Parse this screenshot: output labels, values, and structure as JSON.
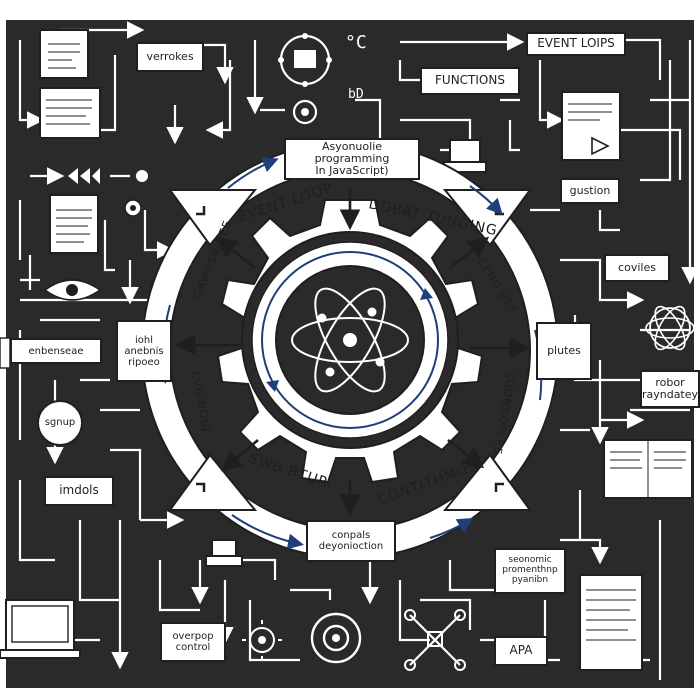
{
  "colors": {
    "background": "#2a2a2a",
    "line": "#ffffff",
    "ink": "#1f1f1f",
    "accent": "#1f3f7a",
    "outer_frame": "#ffffff"
  },
  "labels": {
    "event_loops": "EVENT LOIPS",
    "functions": "FUNCTIONS",
    "variables": "verrokes",
    "title": "Asyonuolie programming\nIn JavaScript)",
    "gustion": "gustion",
    "coviles": "coviles",
    "robor": "robor\nrayndatey",
    "plutes": "plutes",
    "enbenseae": "enbenseae",
    "iohl": "iohl\nanebnis\nripoeo",
    "imdols": "imdols",
    "compals": "conpals\ndeyonioction",
    "overpop": "overpop\ncontrol",
    "apa": "APA",
    "seonolic": "seonomic\npromenthnp\npyanibn",
    "sgnup": "sgnup",
    "bd": "bD",
    "c_glyph": "°C"
  },
  "ring_text": {
    "event_loop": "EVENT LOOP",
    "dobat_tunging": "DOBAT TUNGING",
    "right_upper": "LENG UES",
    "right_lower": "LOONSOPLES",
    "bottom_right": "CONTITHMON-",
    "bottom_left": "SWB BTUR-",
    "left_lower": "EVD BOUL",
    "left_upper": "GAWESNIGEE"
  },
  "icons": [
    "atom-icon",
    "gear-icon",
    "eye-icon",
    "browser-window-icon",
    "document-icon",
    "laptop-icon",
    "network-node-icon",
    "play-icon",
    "webcam-icon",
    "lightbulb-icon",
    "padlock-icon",
    "sun-gear-icon",
    "crossed-tools-icon",
    "printer-icon",
    "rewind-icon",
    "monitor-icon"
  ]
}
